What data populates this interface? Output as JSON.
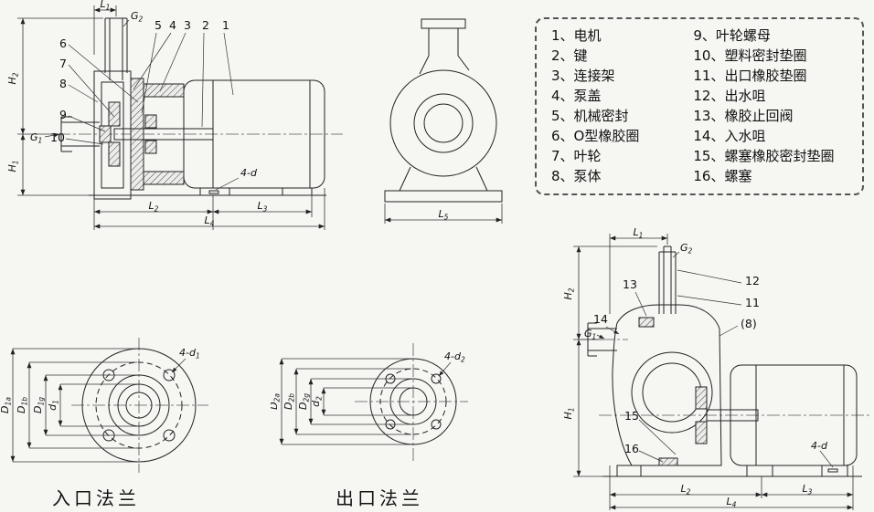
{
  "page": {
    "background": "#f6f6f3",
    "ink": "#1d1d1d"
  },
  "legend": {
    "col1": [
      {
        "num": "1、",
        "label": "电机"
      },
      {
        "num": "2、",
        "label": "键"
      },
      {
        "num": "3、",
        "label": "连接架"
      },
      {
        "num": "4、",
        "label": "泵盖"
      },
      {
        "num": "5、",
        "label": "机械密封"
      },
      {
        "num": "6、",
        "label": "O型橡胶圈"
      },
      {
        "num": "7、",
        "label": "叶轮"
      },
      {
        "num": "8、",
        "label": "泵体"
      }
    ],
    "col2": [
      {
        "num": "9、",
        "label": "叶轮螺母"
      },
      {
        "num": "10、",
        "label": "塑料密封垫圈"
      },
      {
        "num": "11、",
        "label": "出口橡胶垫圈"
      },
      {
        "num": "12、",
        "label": "出水咀"
      },
      {
        "num": "13、",
        "label": "橡胶止回阀"
      },
      {
        "num": "14、",
        "label": "入水咀"
      },
      {
        "num": "15、",
        "label": "螺塞橡胶密封垫圈"
      },
      {
        "num": "16、",
        "label": "螺塞"
      }
    ]
  },
  "captions": {
    "inlet_flange": "入口法兰",
    "outlet_flange": "出口法兰"
  },
  "labels": {
    "L1": [
      "L",
      "1"
    ],
    "L2": [
      "L",
      "2"
    ],
    "L3": [
      "L",
      "3"
    ],
    "L4": [
      "L",
      "4"
    ],
    "L5": [
      "L",
      "5"
    ],
    "H1": [
      "H",
      "1"
    ],
    "H2": [
      "H",
      "2"
    ],
    "G1": [
      "G",
      "1"
    ],
    "G2": [
      "G",
      "2"
    ],
    "four_d": [
      "4-d",
      ""
    ],
    "four_d1": [
      "4-d",
      "1"
    ],
    "four_d2": [
      "4-d",
      "2"
    ],
    "D1a": [
      "D",
      "1a"
    ],
    "D1b": [
      "D",
      "1b"
    ],
    "D1g": [
      "D",
      "1g"
    ],
    "d1": [
      "d",
      "1"
    ],
    "D2a": [
      "D",
      "2a"
    ],
    "D2b": [
      "D",
      "2b"
    ],
    "D2g": [
      "D",
      "2g"
    ],
    "d2": [
      "d",
      "2"
    ]
  },
  "callouts": {
    "main_top": [
      "5",
      "4",
      "3",
      "2",
      "1"
    ],
    "main_left": [
      "6",
      "7",
      "8",
      "9",
      "10"
    ],
    "self_priming": [
      "12",
      "11",
      "(8)",
      "13",
      "14",
      "15",
      "16"
    ]
  }
}
